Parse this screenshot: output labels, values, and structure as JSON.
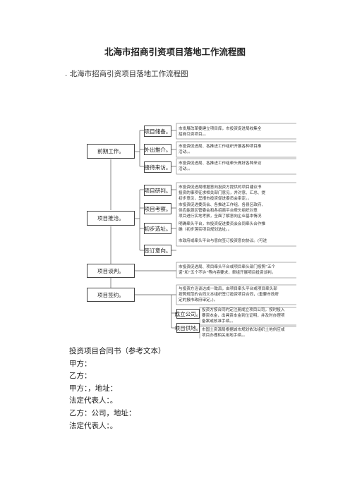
{
  "document": {
    "title": "北海市招商引资项目落地工作流程图",
    "subtitle": ". 北海市招商引资项目落地工作流程图"
  },
  "flowchart": {
    "phases": [
      {
        "label": "前期工作。"
      },
      {
        "label": "项目推洽。"
      },
      {
        "label": "项目谈判。"
      },
      {
        "label": "项目签约。"
      }
    ],
    "steps": [
      {
        "label": "项目储备。",
        "lines": [
          "市发展改革委建立项目库，市投资促进局收集全",
          "招商引资项目。。"
        ]
      },
      {
        "label": "外出推介。",
        "lines": [
          "市投资促进局、各推进工作组织开展各种项目推",
          "活动。。"
        ]
      },
      {
        "label": "接待来访。",
        "lines": [
          "市投资促进局、各推进工作组牵头做好各种来访",
          "活动。。"
        ]
      },
      {
        "label": "项目研判。",
        "lines": [
          "市投资促进局根据意向投资方提供的项目建议书",
          "投资的事项征求相关部门意见，并对意、汇总、提",
          "初步意见，呈报市投资促进委员会审定。。"
        ]
      },
      {
        "label": "项目考察。",
        "lines": [
          "市投资促进委员会、各推进工作组、各县区政府、",
          "供应能源区管委会和各招商平台牵头组织对意",
          "项目进行实地考察，全面了解意向企业基本情况"
        ]
      },
      {
        "label": "初步选址。",
        "lines": [
          "明确牵头平台，市投资促进委员会会同牵头合作推",
          "确（初步落实项目规划选址。。"
        ]
      },
      {
        "label": "签订意向。",
        "lines": [
          "市政府或牵头平台与意向签订投资意向协议。(可进"
        ]
      },
      {
        "label": "",
        "lines": [
          "市投资促进局、项目牵头平台或项目牵头部门按照“五个",
          "诺”和“五个不许”等内容要求，牵组开展项目投资谈判。"
        ]
      },
      {
        "label": "",
        "lines": [
          "与投资方洽谈达成一致后，由项目牵头平台或项目牵头部",
          "按照规范的合同文本组织签订投资项目合同，(重要市政府",
          "定的报市政府审定。)。"
        ]
      },
      {
        "label": "成立公司。",
        "lines": [
          "投资方按合同约定注册成立项目公司，按时投入",
          "要资本金，出具资本金到位证明，并及时办理项",
          "备案或核准手续。。"
        ]
      },
      {
        "label": "项目供地。",
        "lines": [
          "市国土资源局根据城市规划依法组织土地供应或",
          "项目办理相关用地手续。。"
        ]
      }
    ]
  },
  "contract": {
    "heading": "投资项目合同书（参考文本）",
    "party_a": "甲方：",
    "party_b": "乙方：",
    "party_a_address": "甲方：，地址：",
    "party_a_rep": "法定代表人：。",
    "party_b_address": "乙方：公司，地址：",
    "party_b_rep": "法定代表人：。"
  }
}
